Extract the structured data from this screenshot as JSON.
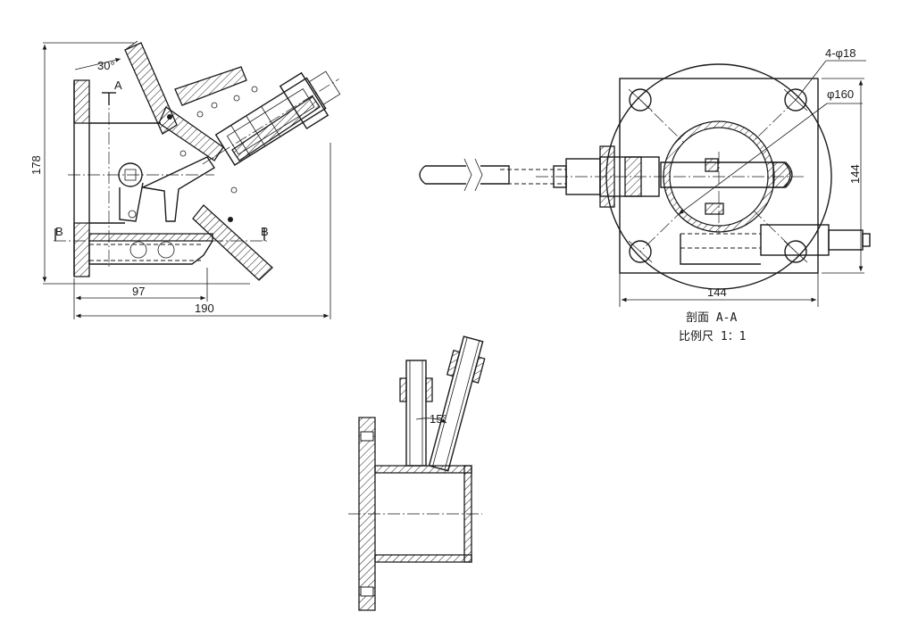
{
  "front_view": {
    "angle_label": "30°",
    "section_a_label": "A",
    "section_b_left": "B",
    "section_b_right": "B",
    "height_dim": "178",
    "width_dim_inner": "97",
    "width_dim_overall": "190"
  },
  "section_view": {
    "hole_callout": "4-φ18",
    "diameter_callout": "φ160",
    "height_dim": "144",
    "width_dim": "144",
    "title": "剖面 A-A",
    "scale": "比例尺 1：1"
  },
  "side_view": {
    "angle_label": "15°"
  }
}
